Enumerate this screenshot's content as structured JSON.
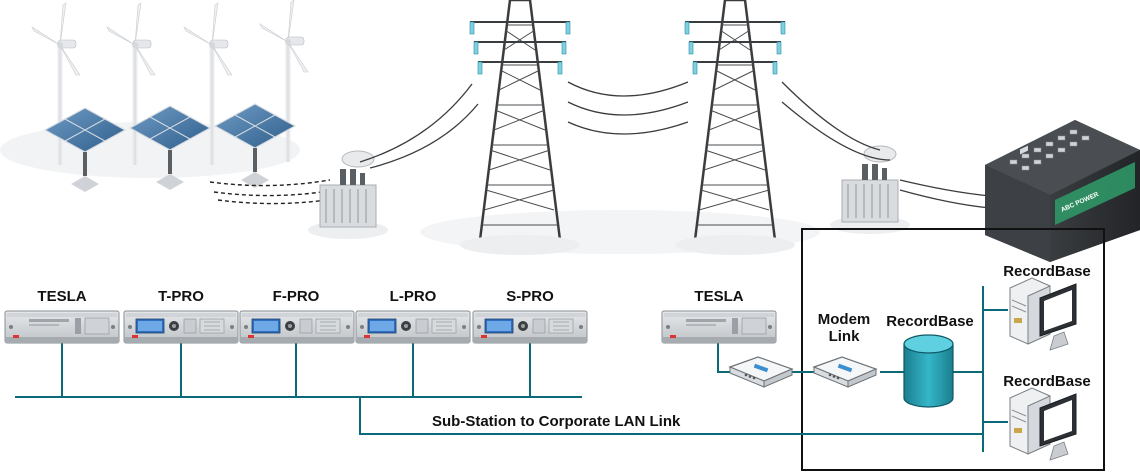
{
  "devices": [
    {
      "label": "TESLA"
    },
    {
      "label": "T-PRO"
    },
    {
      "label": "F-PRO"
    },
    {
      "label": "L-PRO"
    },
    {
      "label": "S-PRO"
    },
    {
      "label": "TESLA"
    }
  ],
  "corporate": {
    "modem_label": "Modem\nLink",
    "database_label": "RecordBase",
    "workstation_top_label": "RecordBase",
    "workstation_bottom_label": "RecordBase"
  },
  "link_label": "Sub-Station to Corporate LAN Link",
  "building_sign": "ABC POWER",
  "colors": {
    "network_line": "#0c6a78",
    "database": "#2aa6b8",
    "frame": "#111111"
  }
}
